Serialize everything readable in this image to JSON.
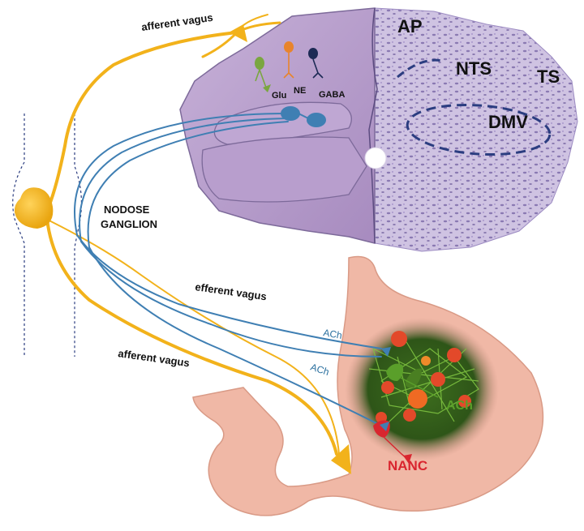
{
  "labels": {
    "afferent_top": "afferent vagus",
    "afferent_bottom": "afferent vagus",
    "efferent": "efferent vagus",
    "ach_1": "ACh",
    "ach_2": "ACh",
    "ach_green": "ACh",
    "nanc": "NANC",
    "nodose_1": "NODOSE",
    "nodose_2": "GANGLION",
    "ap": "AP",
    "nts": "NTS",
    "ts": "TS",
    "dmv": "DMV",
    "glu": "Glu",
    "ne": "NE",
    "gaba": "GABA"
  },
  "colors": {
    "afferent": "#f2b21b",
    "efferent": "#3f7fb3",
    "brainstem": "#b9a0cc",
    "histology": "#8f7db8",
    "stomach": "#f0b8a6",
    "glu_neuron": "#7aa640",
    "ne_neuron": "#e8842c",
    "gaba_neuron": "#1d2a55",
    "enteric_green": "#5a9f2a",
    "nanc": "#d9262f",
    "dashed": "#2b3d80"
  }
}
